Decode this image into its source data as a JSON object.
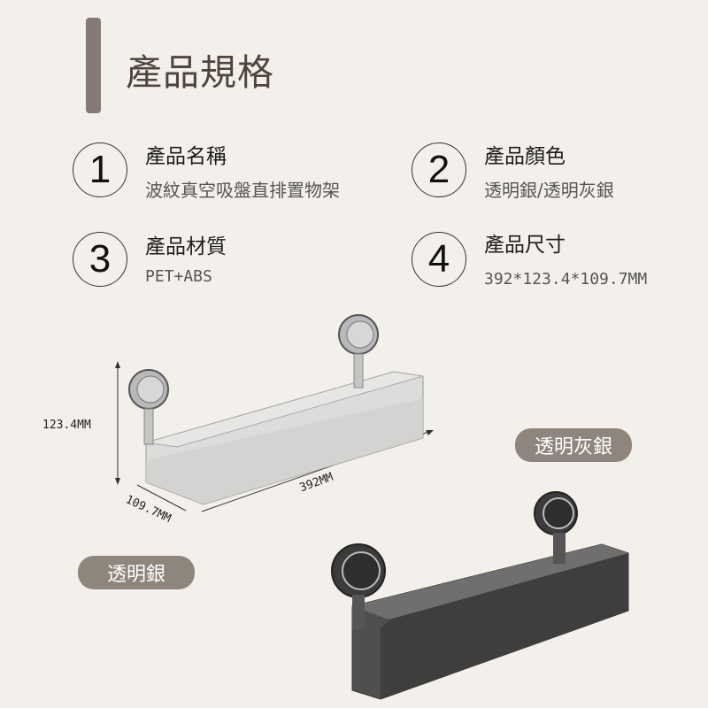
{
  "header": {
    "title": "產品規格"
  },
  "specs": [
    {
      "number": "1",
      "label": "產品名稱",
      "value": "波紋真空吸盤直排置物架"
    },
    {
      "number": "2",
      "label": "產品顏色",
      "value": "透明銀/透明灰銀"
    },
    {
      "number": "3",
      "label": "產品材質",
      "value": "PET+ABS"
    },
    {
      "number": "4",
      "label": "產品尺寸",
      "value": "392*123.4*109.7MM"
    }
  ],
  "diagram": {
    "height_label": "123.4MM",
    "length_label": "392MM",
    "depth_label": "109.7MM"
  },
  "variants": [
    {
      "name": "透明銀",
      "color": "#c8c8c8"
    },
    {
      "name": "透明灰銀",
      "color": "#4a4a4a"
    }
  ],
  "colors": {
    "background": "#f3f0ec",
    "accent": "#847b74",
    "badge": "#8e857d"
  }
}
